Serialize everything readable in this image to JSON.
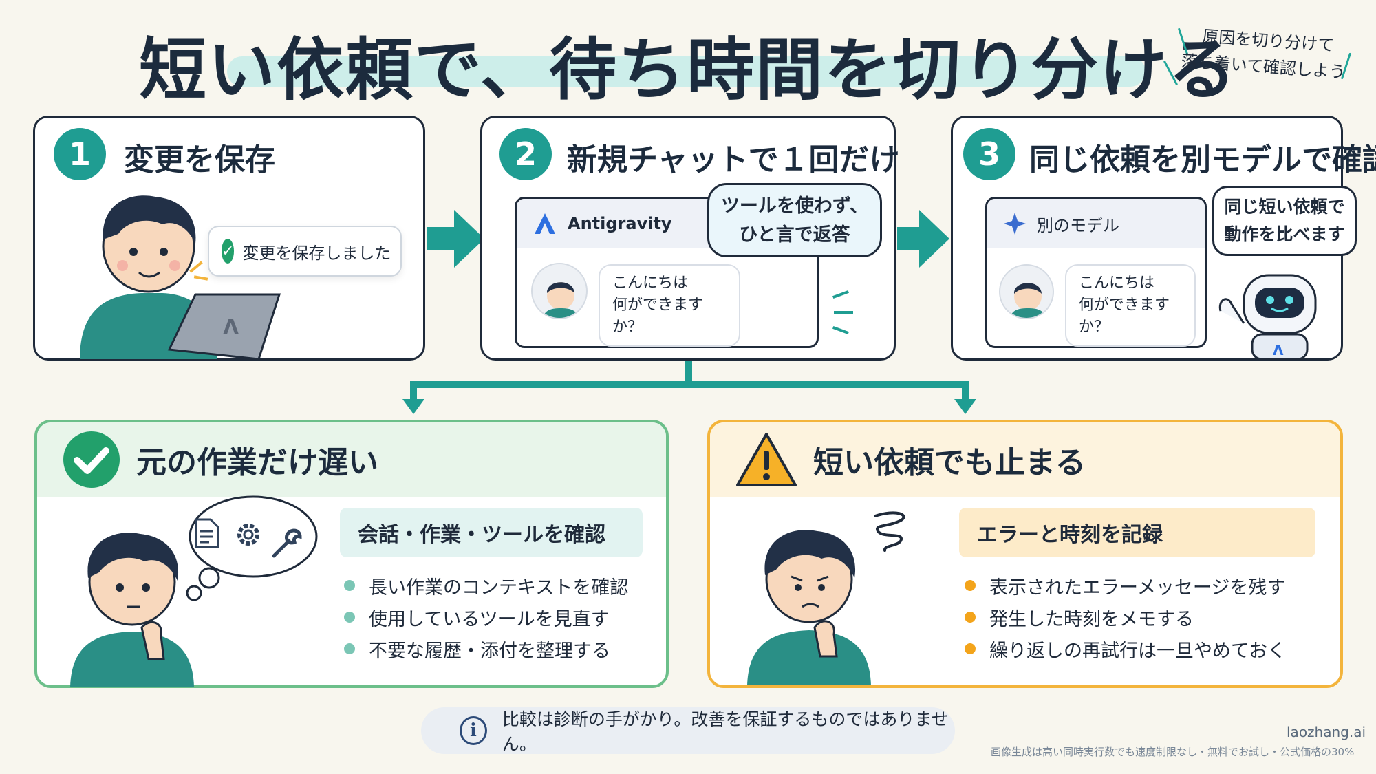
{
  "title": "短い依頼で、待ち時間を切り分ける",
  "note": {
    "line1": "原因を切り分けて",
    "line2": "落ち着いて確認しよう"
  },
  "steps": [
    {
      "number": "1",
      "title": "変更を保存",
      "toast": "変更を保存しました"
    },
    {
      "number": "2",
      "title": "新規チャットで１回だけ",
      "app_name": "Antigravity",
      "chat_message": "こんにちは\n何ができますか？",
      "speech": "ツールを使わず、\nひと言で返答"
    },
    {
      "number": "3",
      "title": "同じ依頼を別モデルで確認",
      "model_name": "別のモデル",
      "chat_message": "こんにちは\n何ができますか？",
      "speech": "同じ短い依頼で\n動作を比べます"
    }
  ],
  "outcomes": {
    "slow": {
      "title": "元の作業だけ遅い",
      "pill": "会話・作業・ツールを確認",
      "items": [
        "長い作業のコンテキストを確認",
        "使用しているツールを見直す",
        "不要な履歴・添付を整理する"
      ]
    },
    "stuck": {
      "title": "短い依頼でも止まる",
      "pill": "エラーと時刻を記録",
      "items": [
        "表示されたエラーメッセージを残す",
        "発生した時刻をメモする",
        "繰り返しの再試行は一旦やめておく"
      ]
    }
  },
  "footer": {
    "info": "比較は診断の手がかり。改善を保証するものではありません。",
    "brand": "laozhang.ai",
    "brand_sub": "画像生成は高い同時実行数でも速度制限なし・無料でお試し・公式価格の30%"
  },
  "colors": {
    "teal": "#1f9d92",
    "green": "#6cbf8a",
    "orange": "#f3b43c",
    "navy": "#1c2b3d",
    "background": "#f8f6ee"
  }
}
